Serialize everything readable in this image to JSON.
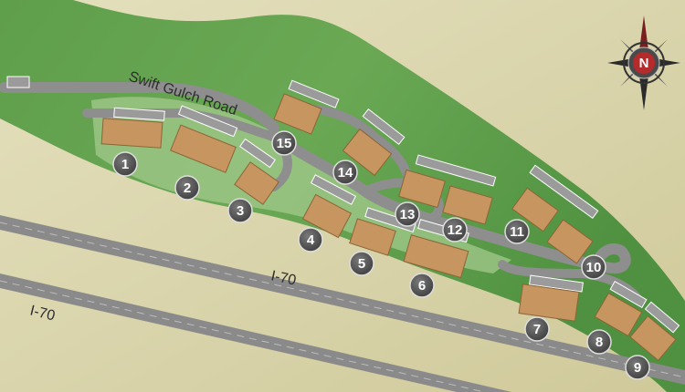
{
  "map": {
    "road_name": "Swift Gulch Road",
    "highway_labels": [
      "I-70",
      "I-70"
    ],
    "compass_letter": "N",
    "colors": {
      "background": "#d8d3a8",
      "forest": "#5a9a48",
      "meadow": "#9fc788",
      "road": "#8e8e8e",
      "highway": "#8a8a8a",
      "building": "#c69560",
      "marker": "#555555"
    }
  },
  "buildings": [
    {
      "number": "1"
    },
    {
      "number": "2"
    },
    {
      "number": "3"
    },
    {
      "number": "4"
    },
    {
      "number": "5"
    },
    {
      "number": "6"
    },
    {
      "number": "7"
    },
    {
      "number": "8"
    },
    {
      "number": "9"
    },
    {
      "number": "10"
    },
    {
      "number": "11"
    },
    {
      "number": "12"
    },
    {
      "number": "13"
    },
    {
      "number": "14"
    },
    {
      "number": "15"
    }
  ]
}
